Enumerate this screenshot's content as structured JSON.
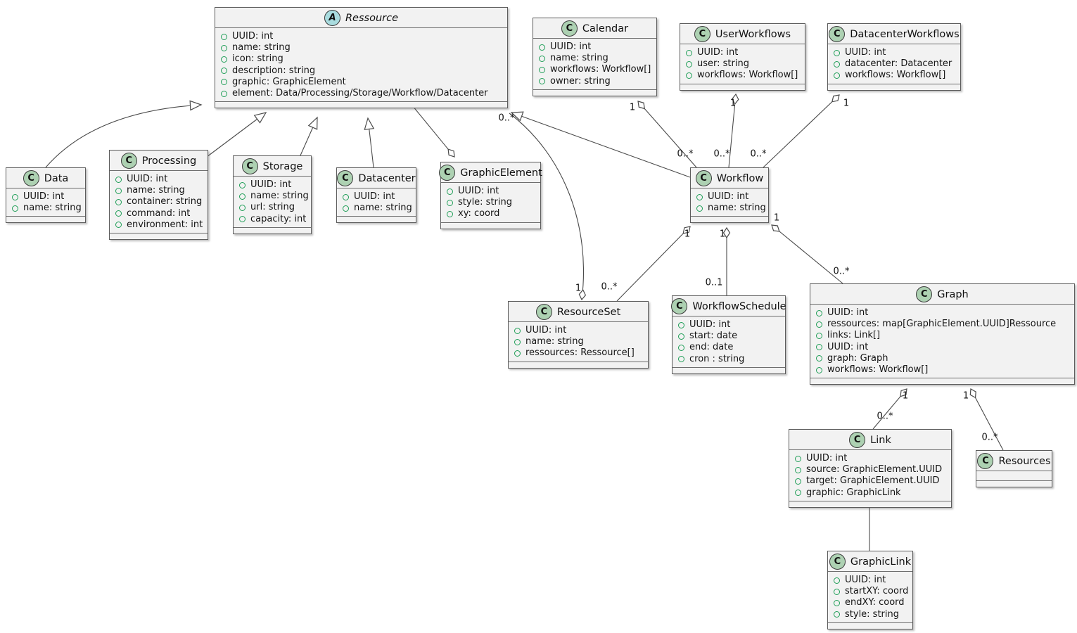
{
  "diagram": {
    "kind": "uml-class-diagram",
    "palette": {
      "box_fill": "#F2F2F2",
      "class_badge": "#ADD1B2",
      "abstract_badge": "#A9DCDF",
      "edge_line": "#4a4a4a",
      "field_dot": "#1f9e57"
    },
    "classes": [
      {
        "id": "ressource",
        "badge": "A",
        "stereotype": "abstract",
        "name": "Ressource",
        "attributes": [
          "UUID: int",
          "name: string",
          "icon: string",
          "description: string",
          "graphic: GraphicElement",
          "element: Data/Processing/Storage/Workflow/Datacenter"
        ]
      },
      {
        "id": "calendar",
        "badge": "C",
        "stereotype": "class",
        "name": "Calendar",
        "attributes": [
          "UUID: int",
          "name: string",
          "workflows: Workflow[]",
          "owner: string"
        ]
      },
      {
        "id": "user-workflows",
        "badge": "C",
        "stereotype": "class",
        "name": "UserWorkflows",
        "attributes": [
          "UUID: int",
          "user: string",
          "workflows: Workflow[]"
        ]
      },
      {
        "id": "datacenter-workflows",
        "badge": "C",
        "stereotype": "class",
        "name": "DatacenterWorkflows",
        "attributes": [
          "UUID: int",
          "datacenter: Datacenter",
          "workflows: Workflow[]"
        ]
      },
      {
        "id": "data",
        "badge": "C",
        "stereotype": "class",
        "name": "Data",
        "attributes": [
          "UUID: int",
          "name: string"
        ]
      },
      {
        "id": "processing",
        "badge": "C",
        "stereotype": "class",
        "name": "Processing",
        "attributes": [
          "UUID: int",
          "name: string",
          "container: string",
          "command: int",
          "environment: int"
        ]
      },
      {
        "id": "storage",
        "badge": "C",
        "stereotype": "class",
        "name": "Storage",
        "attributes": [
          "UUID: int",
          "name: string",
          "url: string",
          "capacity: int"
        ]
      },
      {
        "id": "datacenter",
        "badge": "C",
        "stereotype": "class",
        "name": "Datacenter",
        "attributes": [
          "UUID: int",
          "name: string"
        ]
      },
      {
        "id": "graphic-element",
        "badge": "C",
        "stereotype": "class",
        "name": "GraphicElement",
        "attributes": [
          "UUID: int",
          "style: string",
          "xy: coord"
        ]
      },
      {
        "id": "workflow",
        "badge": "C",
        "stereotype": "class",
        "name": "Workflow",
        "attributes": [
          "UUID: int",
          "name: string"
        ]
      },
      {
        "id": "resource-set",
        "badge": "C",
        "stereotype": "class",
        "name": "ResourceSet",
        "attributes": [
          "UUID: int",
          "name: string",
          "ressources: Ressource[]"
        ]
      },
      {
        "id": "workflow-schedule",
        "badge": "C",
        "stereotype": "class",
        "name": "WorkflowSchedule",
        "attributes": [
          "UUID: int",
          "start: date",
          "end: date",
          "cron : string"
        ]
      },
      {
        "id": "graph",
        "badge": "C",
        "stereotype": "class",
        "name": "Graph",
        "attributes": [
          "UUID: int",
          "ressources: map[GraphicElement.UUID]Ressource",
          "links: Link[]",
          "UUID: int",
          "graph: Graph",
          "workflows: Workflow[]"
        ]
      },
      {
        "id": "link",
        "badge": "C",
        "stereotype": "class",
        "name": "Link",
        "attributes": [
          "UUID: int",
          "source: GraphicElement.UUID",
          "target: GraphicElement.UUID",
          "graphic: GraphicLink"
        ]
      },
      {
        "id": "resources",
        "badge": "C",
        "stereotype": "class",
        "name": "Resources",
        "attributes": []
      },
      {
        "id": "graphic-link",
        "badge": "C",
        "stereotype": "class",
        "name": "GraphicLink",
        "attributes": [
          "UUID: int",
          "startXY: coord",
          "endXY: coord",
          "style: string"
        ]
      }
    ],
    "relationships": [
      {
        "id": "data-extends-ressource",
        "from": "Data",
        "to": "Ressource",
        "kind": "generalization"
      },
      {
        "id": "processing-extends-ressource",
        "from": "Processing",
        "to": "Ressource",
        "kind": "generalization"
      },
      {
        "id": "storage-extends-ressource",
        "from": "Storage",
        "to": "Ressource",
        "kind": "generalization"
      },
      {
        "id": "datacenter-extends-ressource",
        "from": "Datacenter",
        "to": "Ressource",
        "kind": "generalization"
      },
      {
        "id": "workflow-extends-ressource",
        "from": "Workflow",
        "to": "Ressource",
        "kind": "generalization"
      },
      {
        "id": "graphicelement-ressource",
        "from": "GraphicElement",
        "to": "Ressource",
        "kind": "aggregation"
      },
      {
        "id": "resourceset-ressource",
        "from": "ResourceSet",
        "to": "Ressource",
        "kind": "aggregation",
        "from_label": "1",
        "to_label": "0..*"
      },
      {
        "id": "calendar-workflow",
        "from": "Calendar",
        "to": "Workflow",
        "kind": "aggregation",
        "from_label": "1",
        "to_label": "0..*"
      },
      {
        "id": "userworkflows-workflow",
        "from": "UserWorkflows",
        "to": "Workflow",
        "kind": "aggregation",
        "from_label": "1",
        "to_label": "0..*"
      },
      {
        "id": "datacenterworkflows-workflow",
        "from": "DatacenterWorkflows",
        "to": "Workflow",
        "kind": "aggregation",
        "from_label": "1",
        "to_label": "0..*"
      },
      {
        "id": "workflow-resourceset",
        "from": "Workflow",
        "to": "ResourceSet",
        "kind": "aggregation",
        "from_label": "1",
        "to_label": "0..*"
      },
      {
        "id": "workflow-workflowschedule",
        "from": "Workflow",
        "to": "WorkflowSchedule",
        "kind": "aggregation",
        "from_label": "1",
        "to_label": "0..1"
      },
      {
        "id": "workflow-graph",
        "from": "Workflow",
        "to": "Graph",
        "kind": "aggregation",
        "from_label": "1",
        "to_label": "0..*"
      },
      {
        "id": "graph-link",
        "from": "Graph",
        "to": "Link",
        "kind": "aggregation",
        "from_label": "1",
        "to_label": "0..*"
      },
      {
        "id": "graph-resources",
        "from": "Graph",
        "to": "Resources",
        "kind": "aggregation",
        "from_label": "1",
        "to_label": "0..*"
      },
      {
        "id": "link-graphiclink",
        "from": "Link",
        "to": "GraphicLink",
        "kind": "association"
      }
    ]
  }
}
